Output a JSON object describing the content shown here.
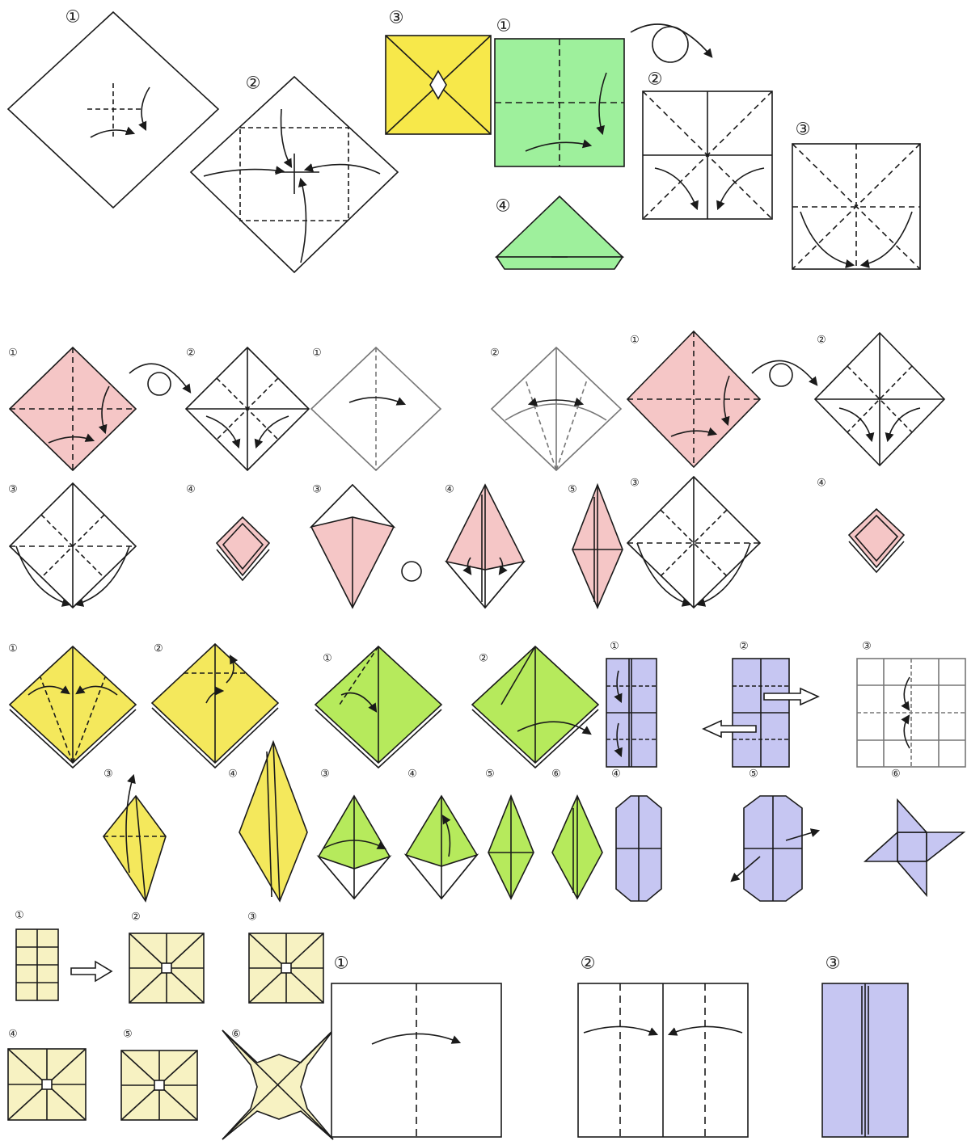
{
  "colors": {
    "yellow": "#f7e84a",
    "green": "#9ef09c",
    "pink": "#f5c6c6",
    "yellow_gold": "#f4e85c",
    "lime": "#b6ea5c",
    "lavender": "#c6c6f2",
    "cream": "#f7f2c2",
    "line": "#1a1a1a"
  },
  "labels": {
    "l01": "①",
    "l02": "②",
    "l03": "③",
    "l04": "①",
    "l05": "②",
    "l06": "③",
    "l07": "④",
    "l08": "①",
    "l09": "②",
    "l10": "①",
    "l11": "②",
    "l12": "①",
    "l13": "②",
    "l14": "③",
    "l15": "④",
    "l16": "③",
    "l17": "④",
    "l18": "⑤",
    "l19": "③",
    "l20": "④",
    "l21": "①",
    "l22": "②",
    "l23": "①",
    "l24": "②",
    "l25": "①",
    "l26": "②",
    "l27": "③",
    "l28": "③",
    "l29": "④",
    "l30": "③",
    "l31": "④",
    "l32": "⑤",
    "l33": "⑥",
    "l34": "④",
    "l35": "⑤",
    "l36": "⑥",
    "l37": "①",
    "l38": "②",
    "l39": "③",
    "l40": "④",
    "l41": "⑤",
    "l42": "⑥",
    "l43": "①",
    "l44": "②",
    "l45": "③"
  }
}
